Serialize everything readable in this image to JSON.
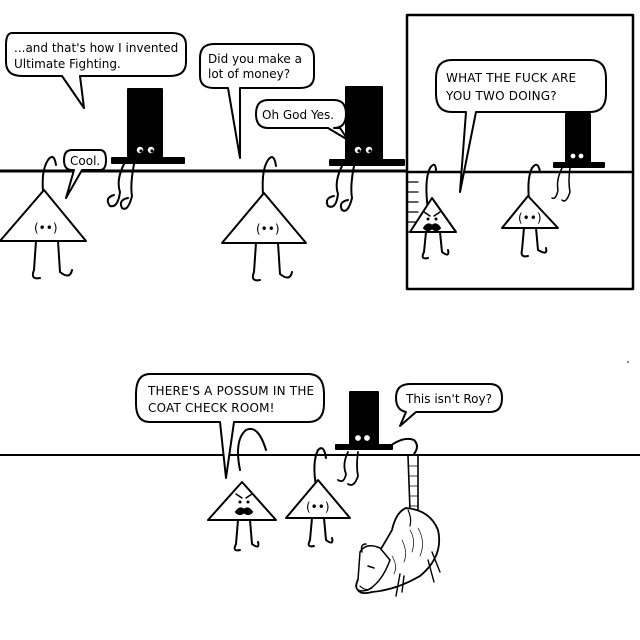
{
  "panel1": {
    "bubble_invented": [
      "...and that's how I invented",
      "Ultimate Fighting."
    ],
    "bubble_cool": "Cool."
  },
  "panel2": {
    "bubble_money": [
      "Did you make a",
      "lot of money?"
    ],
    "bubble_yes": "Oh God Yes."
  },
  "panel3": {
    "bubble_shout": [
      "WHAT THE FUCK ARE",
      "YOU TWO DOING?"
    ]
  },
  "panel4": {
    "bubble_possum": [
      "THERE'S A POSSUM IN THE",
      "COAT CHECK ROOM!"
    ],
    "bubble_roy": "This isn't Roy?"
  },
  "faces": {
    "triangle_face": "(••)",
    "hat_eyes": "••"
  }
}
